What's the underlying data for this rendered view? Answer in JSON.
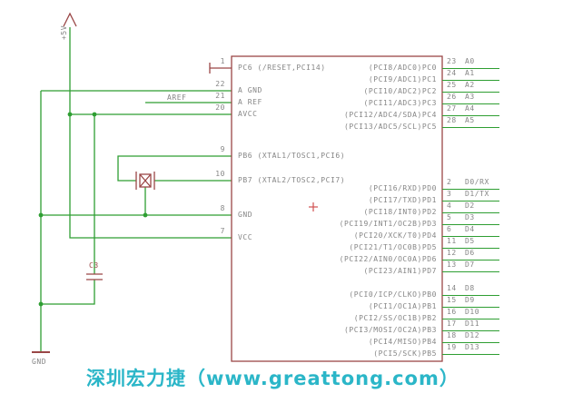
{
  "colors": {
    "wire_green": "#2e9e32",
    "symbol_maroon": "#9a4646",
    "text_gray": "#868686",
    "origin_cross_red": "#d05050",
    "watermark_cyan": "#2bb6c8",
    "background": "#ffffff"
  },
  "labels": {
    "power_5v": "+5V",
    "power_gnd": "GND",
    "aref": "AREF",
    "capacitor": "C3"
  },
  "ic": {
    "left_pins": [
      {
        "number": "1",
        "name": "PC6 (/RESET,PCI14)"
      },
      {
        "number": "22",
        "name": "A GND"
      },
      {
        "number": "21",
        "name": "A REF"
      },
      {
        "number": "20",
        "name": "AVCC"
      },
      {
        "number": "9",
        "name": "PB6 (XTAL1/TOSC1,PCI6)"
      },
      {
        "number": "10",
        "name": "PB7 (XTAL2/TOSC2,PCI7)"
      },
      {
        "number": "8",
        "name": "GND"
      },
      {
        "number": "7",
        "name": "VCC"
      }
    ],
    "right_pins": [
      {
        "number": "23",
        "name": "(PCI8/ADC0)PC0",
        "net": "A0"
      },
      {
        "number": "24",
        "name": "(PCI9/ADC1)PC1",
        "net": "A1"
      },
      {
        "number": "25",
        "name": "(PCI10/ADC2)PC2",
        "net": "A2"
      },
      {
        "number": "26",
        "name": "(PCI11/ADC3)PC3",
        "net": "A3"
      },
      {
        "number": "27",
        "name": "(PCI12/ADC4/SDA)PC4",
        "net": "A4"
      },
      {
        "number": "28",
        "name": "(PCI13/ADC5/SCL)PC5",
        "net": "A5"
      },
      {
        "number": "2",
        "name": "(PCI16/RXD)PD0",
        "net": "D0/RX"
      },
      {
        "number": "3",
        "name": "(PCI17/TXD)PD1",
        "net": "D1/TX"
      },
      {
        "number": "4",
        "name": "(PCI18/INT0)PD2",
        "net": "D2"
      },
      {
        "number": "5",
        "name": "(PCI19/INT1/OC2B)PD3",
        "net": "D3"
      },
      {
        "number": "6",
        "name": "(PCI20/XCK/T0)PD4",
        "net": "D4"
      },
      {
        "number": "11",
        "name": "(PCI21/T1/OC0B)PD5",
        "net": "D5"
      },
      {
        "number": "12",
        "name": "(PCI22/AIN0/OC0A)PD6",
        "net": "D6"
      },
      {
        "number": "13",
        "name": "(PCI23/AIN1)PD7",
        "net": "D7"
      },
      {
        "number": "14",
        "name": "(PCI0/ICP/CLKO)PB0",
        "net": "D8"
      },
      {
        "number": "15",
        "name": "(PCI1/OC1A)PB1",
        "net": "D9"
      },
      {
        "number": "16",
        "name": "(PCI2/SS/OC1B)PB2",
        "net": "D10"
      },
      {
        "number": "17",
        "name": "(PCI3/MOSI/OC2A)PB3",
        "net": "D11"
      },
      {
        "number": "18",
        "name": "(PCI4/MISO)PB4",
        "net": "D12"
      },
      {
        "number": "19",
        "name": "(PCI5/SCK)PB5",
        "net": "D13"
      }
    ]
  },
  "watermark": "深圳宏力捷（www.greattong.com）"
}
